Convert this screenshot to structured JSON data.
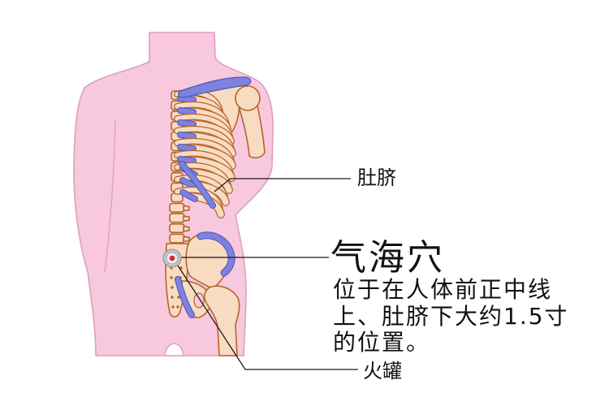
{
  "labels": {
    "navel": "肚脐",
    "point_name": "气海穴",
    "description": [
      "位于在人体前正中线",
      "上、肚脐下大约1.5寸",
      "的位置。"
    ],
    "cupping": "火罐"
  },
  "colors": {
    "background": "#ffffff",
    "skin": "#f8c8de",
    "skin_outline": "#dd9fbd",
    "bone": "#f7dcc2",
    "bone_outline": "#b5642c",
    "cartilage": "#7d82e0",
    "cartilage_outline": "#4f55b5",
    "point_ring": "#c4c4c4",
    "point_center": "#e3202b",
    "leader_line": "#1a1a1a",
    "text": "#111111"
  }
}
